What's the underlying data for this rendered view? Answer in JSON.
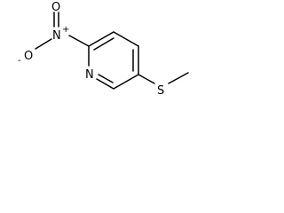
{
  "structure": {
    "atoms": {
      "nitro_n": "N",
      "nitro_n_charge": "+",
      "nitro_o_top": "O",
      "nitro_o_left": "O",
      "nitro_o_left_charge": "-",
      "ring_n": "N",
      "sulfur": "S"
    }
  }
}
